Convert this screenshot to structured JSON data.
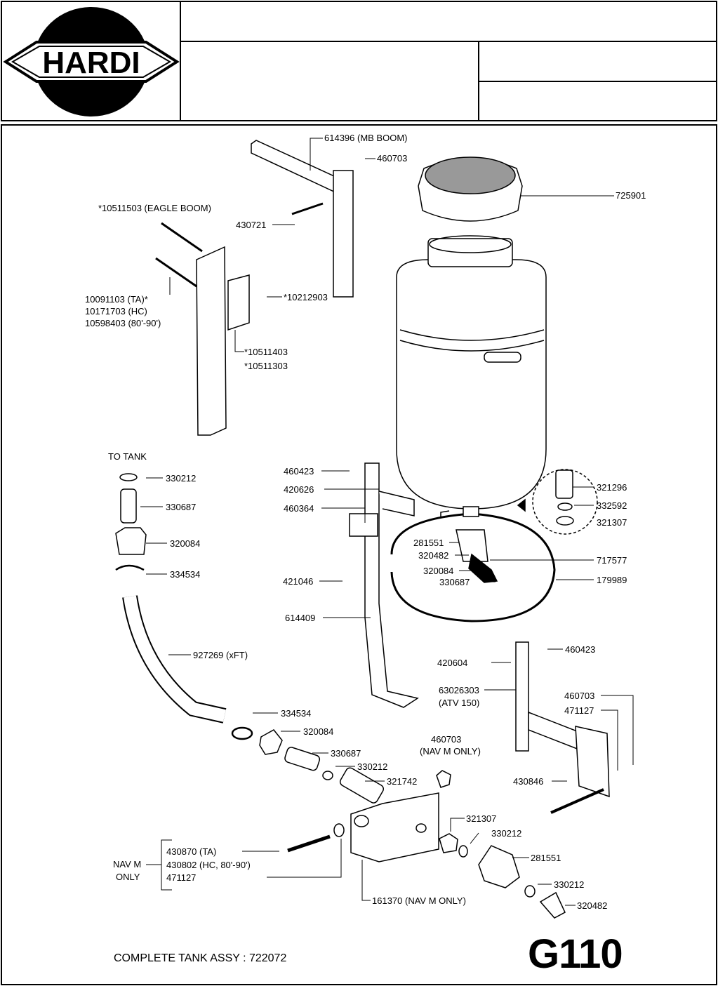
{
  "brand": {
    "logo_text": "HARDI"
  },
  "sheet_code": "G110",
  "footer": {
    "assembly": "COMPLETE TANK ASSY : 722072"
  },
  "labels": {
    "mb_boom": "614396 (MB BOOM)",
    "nut_460703_top": "460703",
    "cap": "725901",
    "eagle_boom": "*10511503 (EAGLE BOOM)",
    "bolt_430721": "430721",
    "bolt_ta": "10091103 (TA)*",
    "bolt_hc": "10171703 (HC)",
    "bolt_80": "10598403 (80'-90')",
    "nut_10212903": "*10212903",
    "plate_10511403": "*10511403",
    "plate_10511303": "*10511303",
    "to_tank": "TO TANK",
    "oring_330212_a": "330212",
    "nipple_330687_a": "330687",
    "nut_320084_a": "320084",
    "clip_334534_a": "334534",
    "hose": "927269 (xFT)",
    "clip_334534_b": "334534",
    "nut_320084_b": "320084",
    "nipple_330687_b": "330687",
    "oring_330212_b": "330212",
    "fitting_321742": "321742",
    "nut_460703_nav": "460703",
    "nav_only": "(NAV M ONLY)",
    "nut_460423_a": "460423",
    "bolt_420626": "420626",
    "bracket_460364": "460364",
    "valve_281551_a": "281551",
    "elbow_320482_a": "320482",
    "nut_320084_c": "320084",
    "nipple_330687_c": "330687",
    "bolt_421046": "421046",
    "bracket_614409": "614409",
    "strainer_321296": "321296",
    "oring_332592": "332592",
    "nut_321307_a": "321307",
    "valve_717577": "717577",
    "strap_179989": "179989",
    "nut_460423_b": "460423",
    "bolt_420604": "420604",
    "bracket_63026303": "63026303",
    "atv": "(ATV 150)",
    "nut_460703_b": "460703",
    "washer_471127_a": "471127",
    "bolt_430846": "430846",
    "nut_321307_b": "321307",
    "oring_330212_c": "330212",
    "valve_281551_b": "281551",
    "oring_330212_d": "330212",
    "elbow_320482_b": "320482",
    "bolt_430870": "430870 (TA)",
    "bolt_430802": "430802 (HC, 80'-90')",
    "washer_471127_b": "471127",
    "nav_m": "NAV M",
    "only": "ONLY",
    "plate_161370": "161370 (NAV M ONLY)"
  }
}
